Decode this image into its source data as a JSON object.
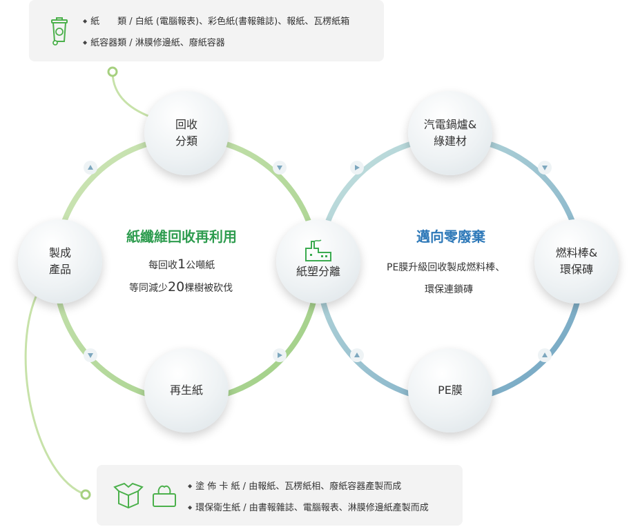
{
  "notes": {
    "top": {
      "lines": [
        "紙　　類 / 白紙 (電腦報表)、彩色紙(書報雜誌)、報紙、瓦楞紙箱",
        "紙容器類 / 淋膜修邊紙、廢紙容器"
      ]
    },
    "bottom": {
      "lines": [
        "塗 佈 卡 紙 / 由報紙、瓦楞紙相、廢紙容器產製而成",
        "環保衛生紙 / 由書報雜誌、電腦報表、淋膜修邊紙產製而成"
      ]
    }
  },
  "nodes": {
    "recycle": [
      "回收",
      "分類"
    ],
    "product": [
      "製成",
      "產品"
    ],
    "recycled_paper": [
      "再生紙"
    ],
    "separation": [
      "紙塑分離"
    ],
    "boiler": [
      "汽電鍋爐&",
      "綠建材"
    ],
    "fuel": [
      "燃料棒&",
      "環保磚"
    ],
    "pe": [
      "PE膜"
    ]
  },
  "left_center": {
    "title": "紙纖維回收再利用",
    "line1_pre": "每回收",
    "line1_num": "1",
    "line1_post": "公噸紙",
    "line2_pre": "等同減少",
    "line2_num": "20",
    "line2_post": "棵樹被砍伐"
  },
  "right_center": {
    "title": "邁向零廢棄",
    "line1": "PE膜升級回收製成燃料棒、",
    "line2": "環保連鎖磚"
  },
  "colors": {
    "green": "#9fce85",
    "green_light": "#d3e8c0",
    "blue": "#76a9c4",
    "blue_light": "#c7e0e3",
    "title_green": "#2e9c4f",
    "title_blue": "#2d78b8"
  },
  "icons": {
    "top": "recycle-bin-icon",
    "separation": "factory-icon",
    "bottom": [
      "open-box-icon",
      "tissue-box-icon"
    ]
  }
}
